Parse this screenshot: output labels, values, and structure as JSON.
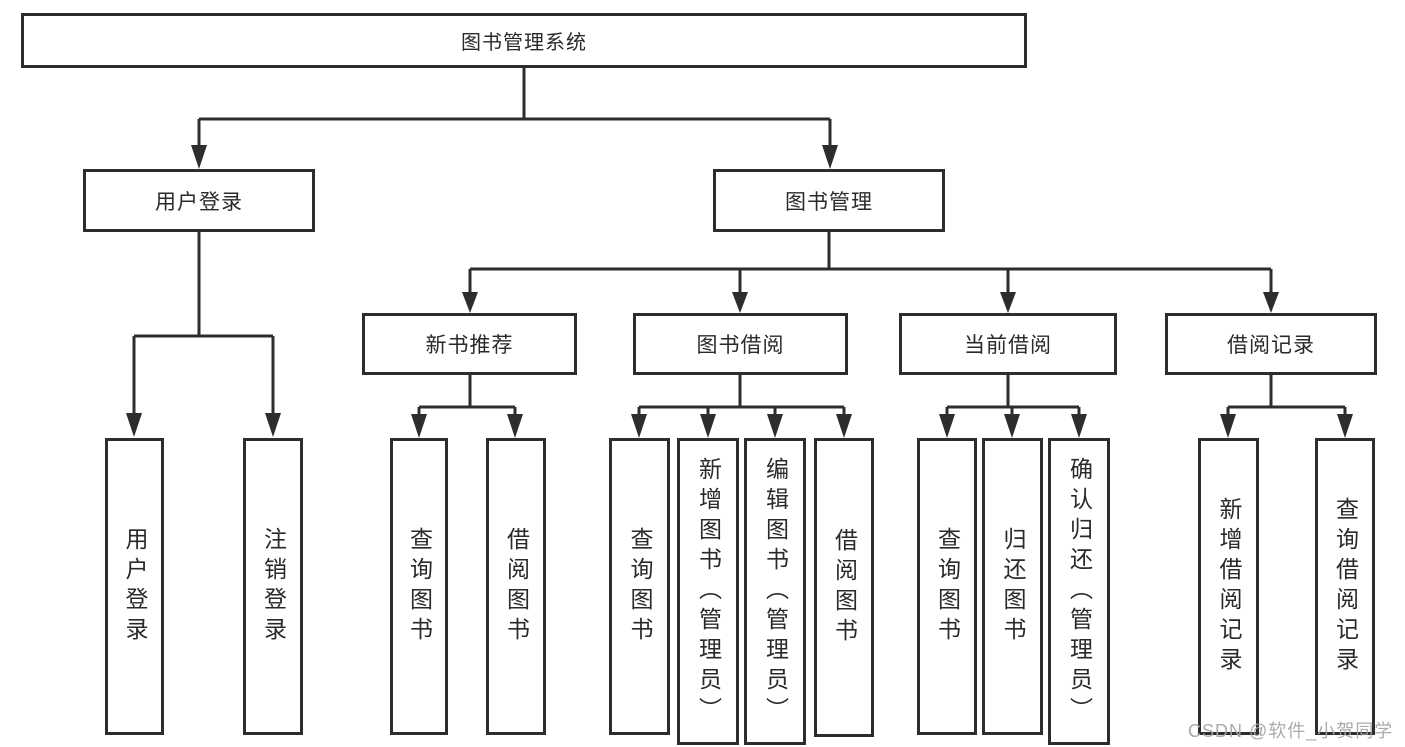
{
  "diagram": {
    "root": {
      "label": "图书管理系统"
    },
    "branches": [
      {
        "label": "用户登录",
        "children": [
          {
            "label": "用户登录"
          },
          {
            "label": "注销登录"
          }
        ]
      },
      {
        "label": "图书管理",
        "sections": [
          {
            "label": "新书推荐",
            "children": [
              {
                "label": "查询图书"
              },
              {
                "label": "借阅图书"
              }
            ]
          },
          {
            "label": "图书借阅",
            "children": [
              {
                "label": "查询图书"
              },
              {
                "label": "新增图书（管理员）"
              },
              {
                "label": "编辑图书（管理员）"
              },
              {
                "label": "借阅图书"
              }
            ]
          },
          {
            "label": "当前借阅",
            "children": [
              {
                "label": "查询图书"
              },
              {
                "label": "归还图书"
              },
              {
                "label": "确认归还（管理员）"
              }
            ]
          },
          {
            "label": "借阅记录",
            "children": [
              {
                "label": "新增借阅记录"
              },
              {
                "label": "查询借阅记录"
              }
            ]
          }
        ]
      }
    ],
    "watermark": "CSDN @软件_小贺同学",
    "colors": {
      "line": "#2d2d2d",
      "text": "#2a2a2a",
      "watermark": "#a5a5a5",
      "background": "#ffffff"
    }
  }
}
